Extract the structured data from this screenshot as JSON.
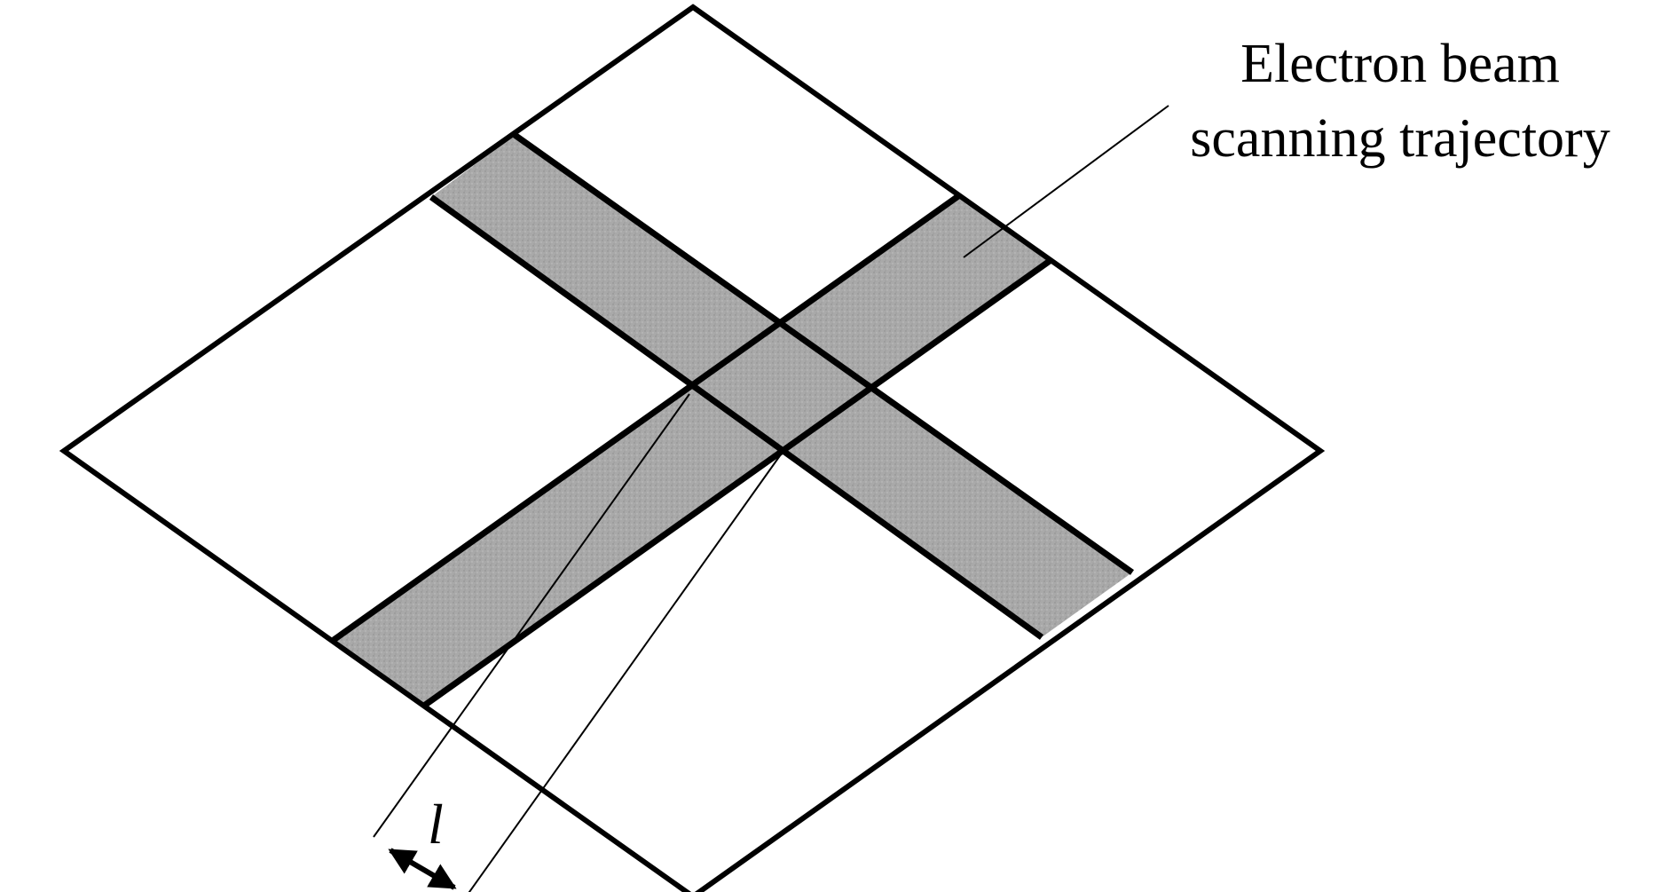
{
  "callout": {
    "line1": "Electron beam",
    "line2": "scanning trajectory"
  },
  "dimension": {
    "label": "l"
  },
  "colors": {
    "stroke": "#000000",
    "band_fill": "#a9a9a9",
    "background": "#ffffff"
  }
}
